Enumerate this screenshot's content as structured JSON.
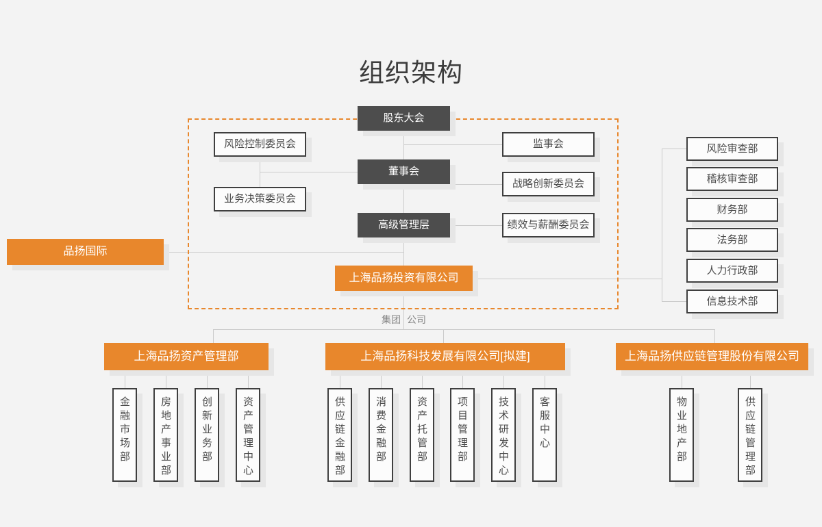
{
  "title": "组织架构",
  "governance": {
    "shareholders": "股东大会",
    "board": "董事会",
    "senior_management": "高级管理层",
    "left_committees": [
      {
        "label": "风险控制委员会"
      },
      {
        "label": "业务决策委员会"
      }
    ],
    "right_committees": [
      {
        "label": "监事会"
      },
      {
        "label": "战略创新委员会"
      },
      {
        "label": "绩效与薪酬委员会"
      }
    ],
    "group_departments": [
      {
        "label": "风险审查部"
      },
      {
        "label": "稽核审查部"
      },
      {
        "label": "财务部"
      },
      {
        "label": "法务部"
      },
      {
        "label": "人力行政部"
      },
      {
        "label": "信息技术部"
      }
    ]
  },
  "international": {
    "label": "品扬国际"
  },
  "parent_company": {
    "label": "上海品扬投资有限公司"
  },
  "boundary": {
    "left_label": "集团",
    "right_label": "公司"
  },
  "subsidiaries": [
    {
      "label": "上海品扬资产管理部",
      "departments": [
        {
          "label": "金融市场部"
        },
        {
          "label": "房地产事业部"
        },
        {
          "label": "创新业务部"
        },
        {
          "label": "资产管理中心"
        }
      ]
    },
    {
      "label": "上海品扬科技发展有限公司[拟建]",
      "departments": [
        {
          "label": "供应链金融部"
        },
        {
          "label": "消费金融部"
        },
        {
          "label": "资产托管部"
        },
        {
          "label": "项目管理部"
        },
        {
          "label": "技术研发中心"
        },
        {
          "label": "客服中心"
        }
      ]
    },
    {
      "label": "上海品扬供应链管理股份有限公司",
      "departments": [
        {
          "label": "物业地产部"
        },
        {
          "label": "供应链管理部"
        }
      ]
    }
  ],
  "colors": {
    "accent_orange": "#E8872C",
    "node_dark": "#4D4D4D",
    "node_border": "#3F3F3F",
    "connector": "#CBCBCB",
    "background": "#F3F3F3",
    "text_dark": "#3C3C3C",
    "shadow": "#E6E6E6"
  }
}
